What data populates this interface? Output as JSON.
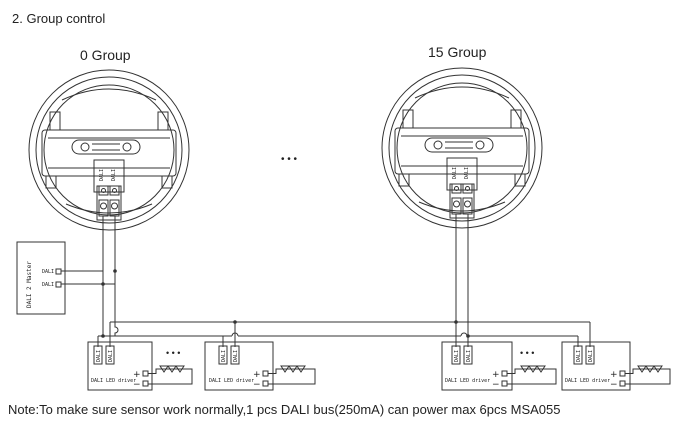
{
  "section_title": "2. Group control",
  "groups": [
    "0 Group",
    "15 Group"
  ],
  "sensor_terminal_labels": [
    "DALI",
    "DALI"
  ],
  "master": {
    "label": "DALI 2 Master",
    "ports": [
      "DALI",
      "DALI"
    ]
  },
  "driver": {
    "label": "DALI LED driver",
    "terminal_labels": [
      "DALI",
      "DALI"
    ],
    "plus": "+",
    "minus": "−"
  },
  "ellipsis": "• • •",
  "note": "Note:To make sure sensor work normally,1 pcs DALI bus(250mA) can power max 6pcs MSA055",
  "colors": {
    "line": "#333333",
    "text": "#222222",
    "background": "#ffffff"
  }
}
